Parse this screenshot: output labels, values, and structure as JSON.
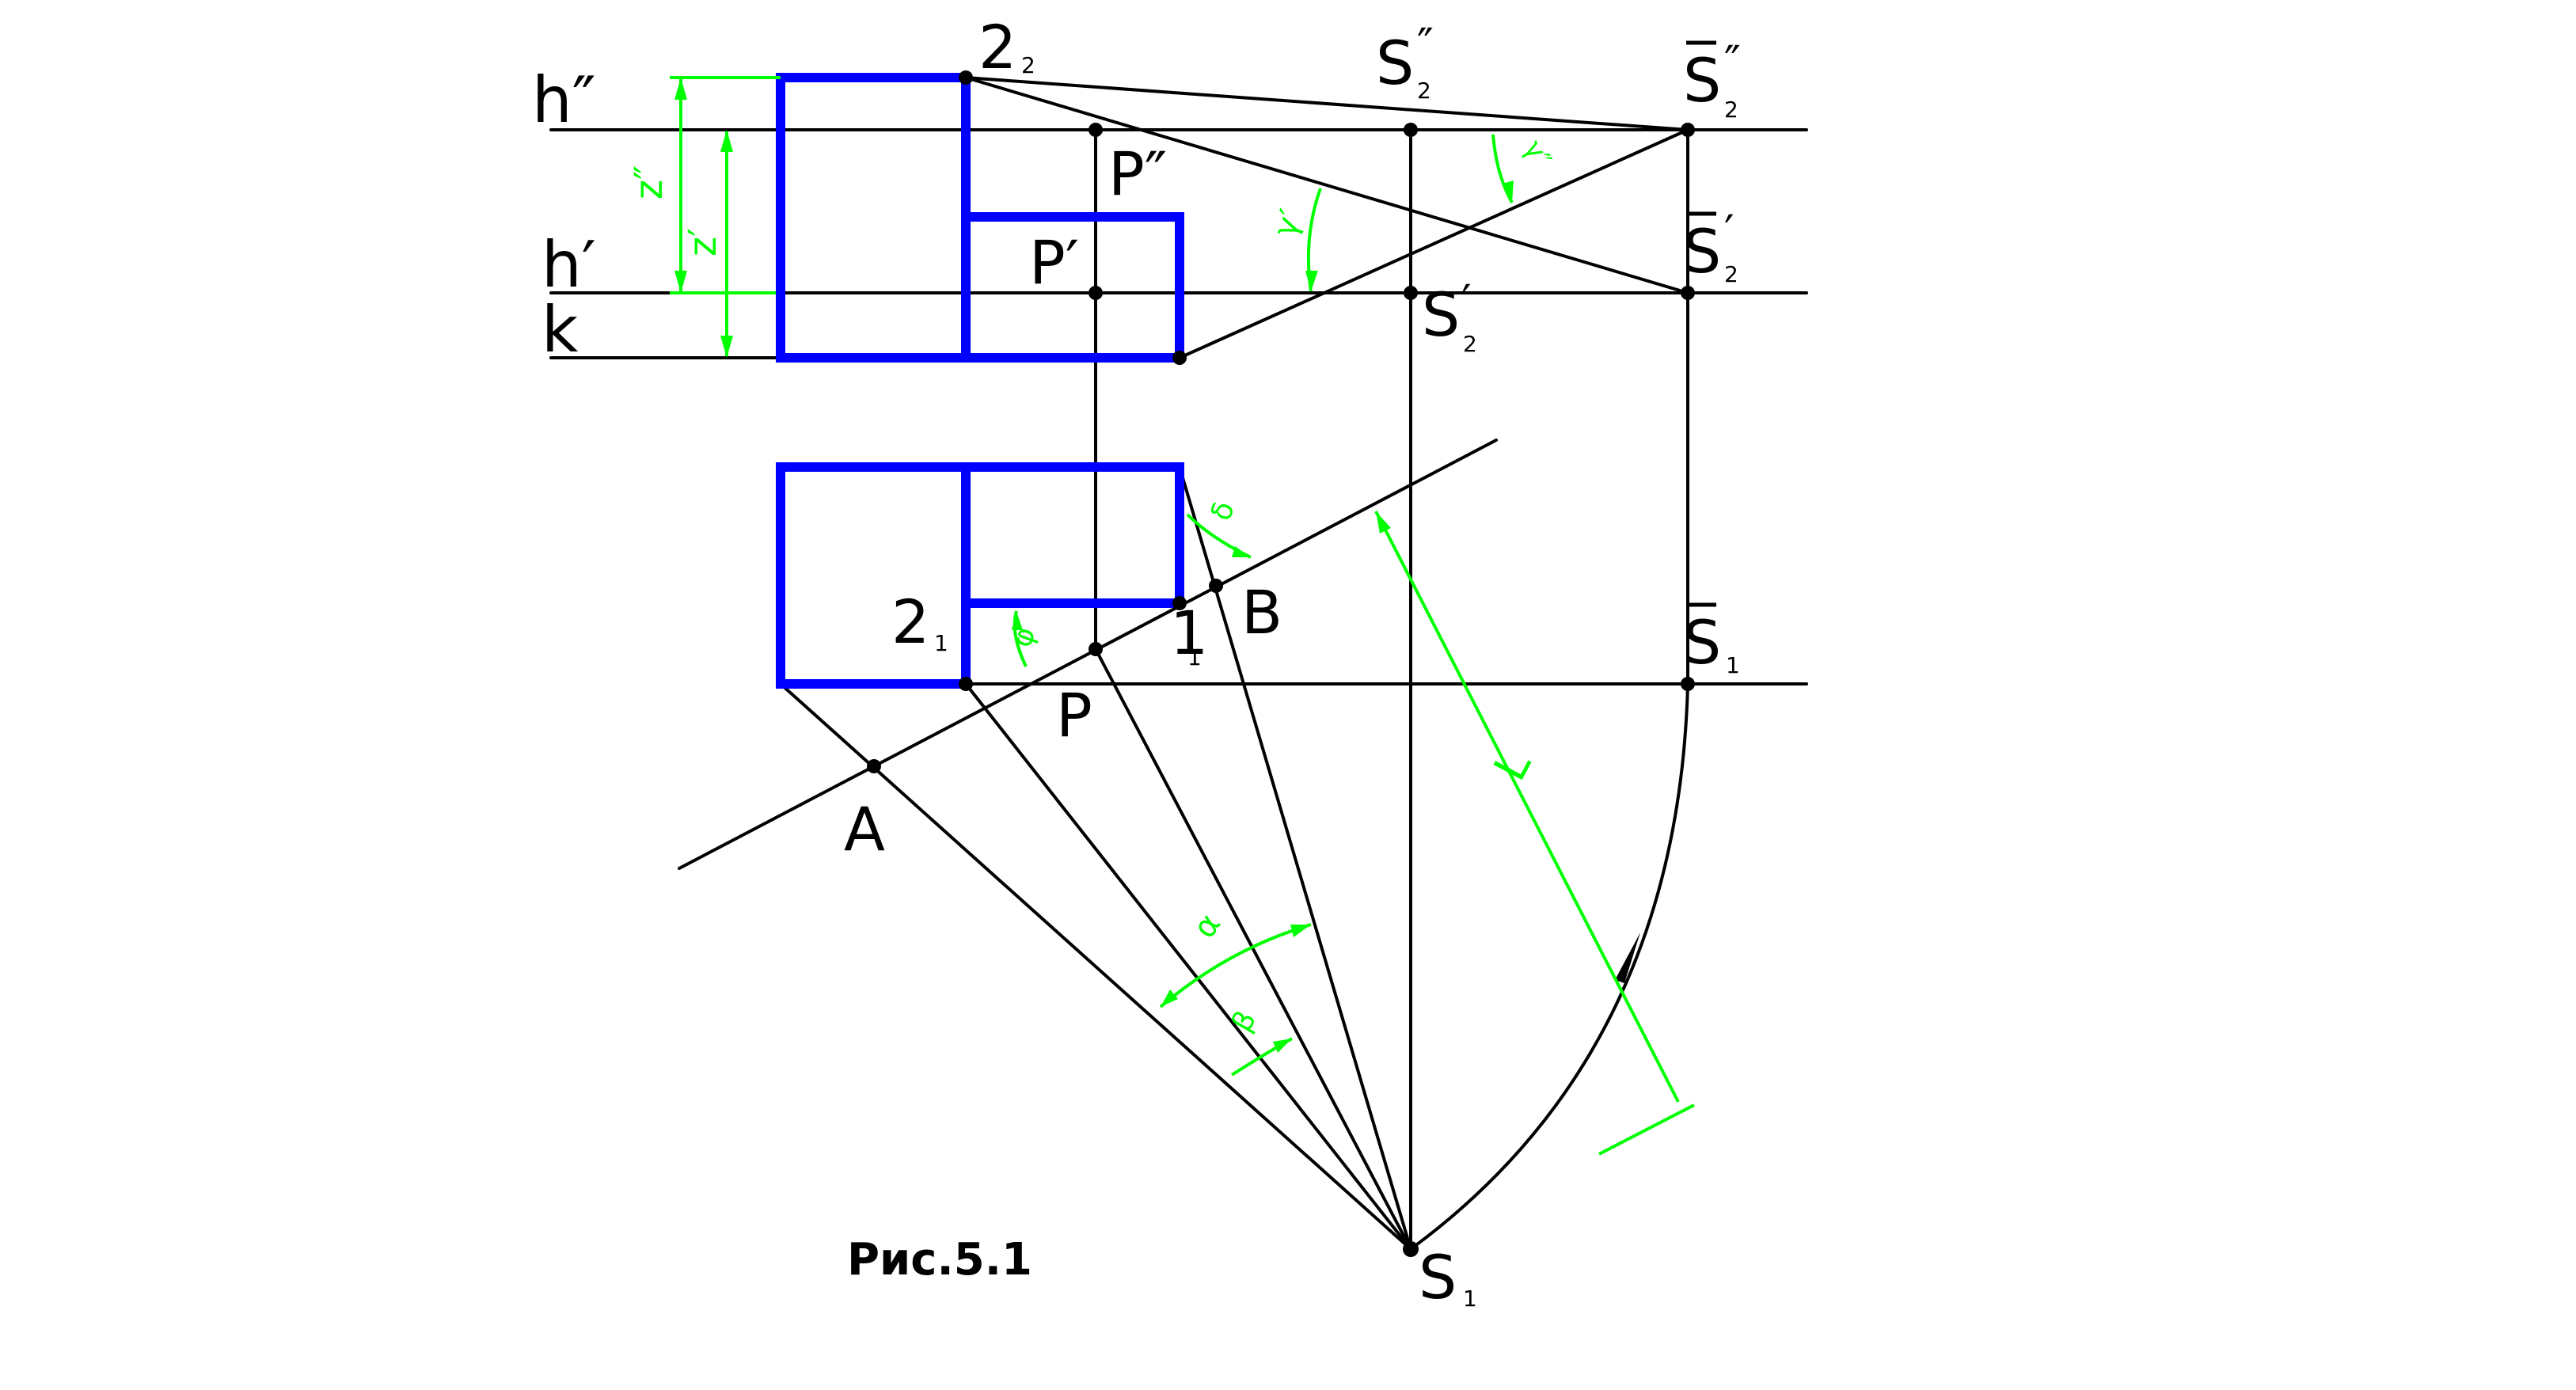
{
  "colors": {
    "background": "#ffffff",
    "construction": "#000000",
    "object": "#0000ff",
    "dimension": "#00ff00"
  },
  "labels": {
    "h2": "h″",
    "h1": "h′",
    "k": "k",
    "z2": "z″",
    "z1": "z′",
    "p2": "P″",
    "p1": "P′",
    "p": "P",
    "a": "A",
    "b": "B",
    "s2pp_main": "S",
    "s2pp_sub": "2",
    "s2pp_mark": "″",
    "s2p_main": "S",
    "s2p_sub": "2",
    "s2p_mark": "′",
    "sb2pp_main": "S",
    "sb2pp_sub": "2",
    "sb2pp_mark": "″",
    "sb2p_main": "S",
    "sb2p_sub": "2",
    "sb2p_mark": "′",
    "sb1_main": "S",
    "sb1_sub": "1",
    "s1_main": "S",
    "s1_sub": "1",
    "pt22_main": "2",
    "pt22_sub": "2",
    "pt21_main": "2",
    "pt21_sub": "1",
    "pt11_main": "1",
    "pt11_sub": "1",
    "angle_gamma1": "γ′",
    "angle_gamma2": "γ″",
    "angle_alpha": "α",
    "angle_beta": "β",
    "angle_delta": "δ",
    "angle_phi": "φ",
    "length": "L",
    "caption": "Рис.5.1"
  }
}
